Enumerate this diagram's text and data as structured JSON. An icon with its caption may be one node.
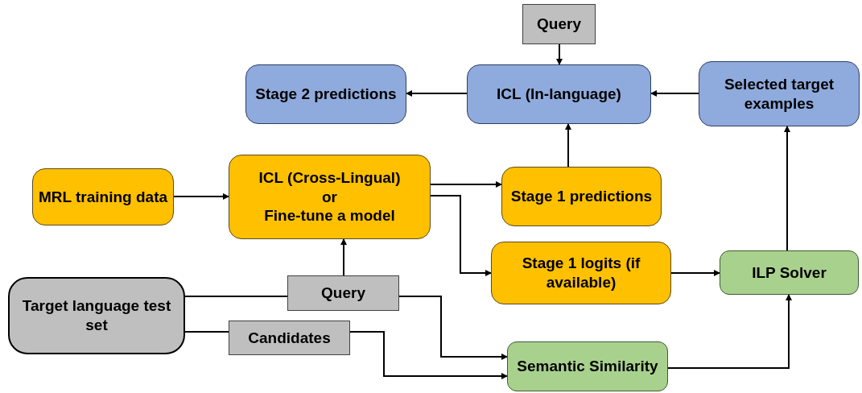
{
  "diagram": {
    "nodes": [
      {
        "text": [
          "Query"
        ]
      },
      {
        "text": [
          "Stage 2 predictions"
        ]
      },
      {
        "text": [
          "ICL (In-language)"
        ]
      },
      {
        "text": [
          "Selected target examples"
        ]
      },
      {
        "text": [
          "MRL training data"
        ]
      },
      {
        "text": [
          "ICL (Cross-Lingual)",
          "or",
          "Fine-tune a model"
        ]
      },
      {
        "text": [
          "Stage 1 predictions"
        ]
      },
      {
        "text": [
          "Stage 1 logits (if available)"
        ]
      },
      {
        "text": [
          "ILP Solver"
        ]
      },
      {
        "text": [
          "Target language test set"
        ]
      },
      {
        "text": [
          "Query"
        ]
      },
      {
        "text": [
          "Candidates"
        ]
      },
      {
        "text": [
          "Semantic Similarity"
        ]
      }
    ],
    "edges": [
      {
        "from": 0,
        "to": 2,
        "arrow": "to"
      },
      {
        "from": 2,
        "to": 1,
        "arrow": "to"
      },
      {
        "from": 3,
        "to": 2,
        "arrow": "to"
      },
      {
        "from": 4,
        "to": 5,
        "arrow": "to"
      },
      {
        "from": 5,
        "to": 6,
        "arrow": "to"
      },
      {
        "from": 5,
        "to": 7,
        "arrow": "to"
      },
      {
        "from": 6,
        "to": 2,
        "arrow": "to"
      },
      {
        "from": 10,
        "to": 5,
        "arrow": "to"
      },
      {
        "from": 9,
        "to": 10,
        "arrow": "none"
      },
      {
        "from": 10,
        "to": 12,
        "arrow": "to"
      },
      {
        "from": 9,
        "to": 11,
        "arrow": "none"
      },
      {
        "from": 11,
        "to": 12,
        "arrow": "to"
      },
      {
        "from": 7,
        "to": 8,
        "arrow": "to"
      },
      {
        "from": 12,
        "to": 8,
        "arrow": "to"
      },
      {
        "from": 8,
        "to": 3,
        "arrow": "to"
      }
    ]
  }
}
